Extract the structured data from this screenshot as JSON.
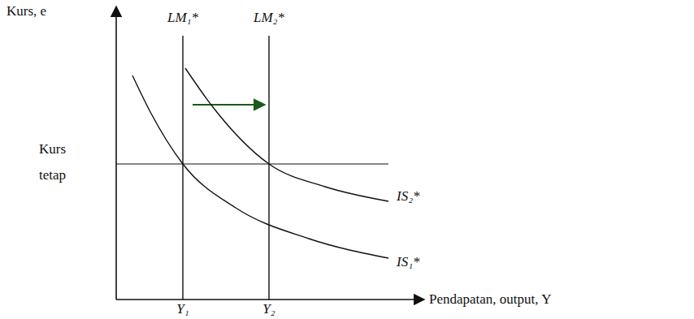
{
  "diagram": {
    "labels": [
      "Kurs, e",
      "LM₁*",
      "LM₂*",
      "Kurs tetap",
      "IS₂*",
      "IS₁*",
      "Pendapatan, output, Y",
      "Y₁",
      "Y₂"
    ]
  }
}
